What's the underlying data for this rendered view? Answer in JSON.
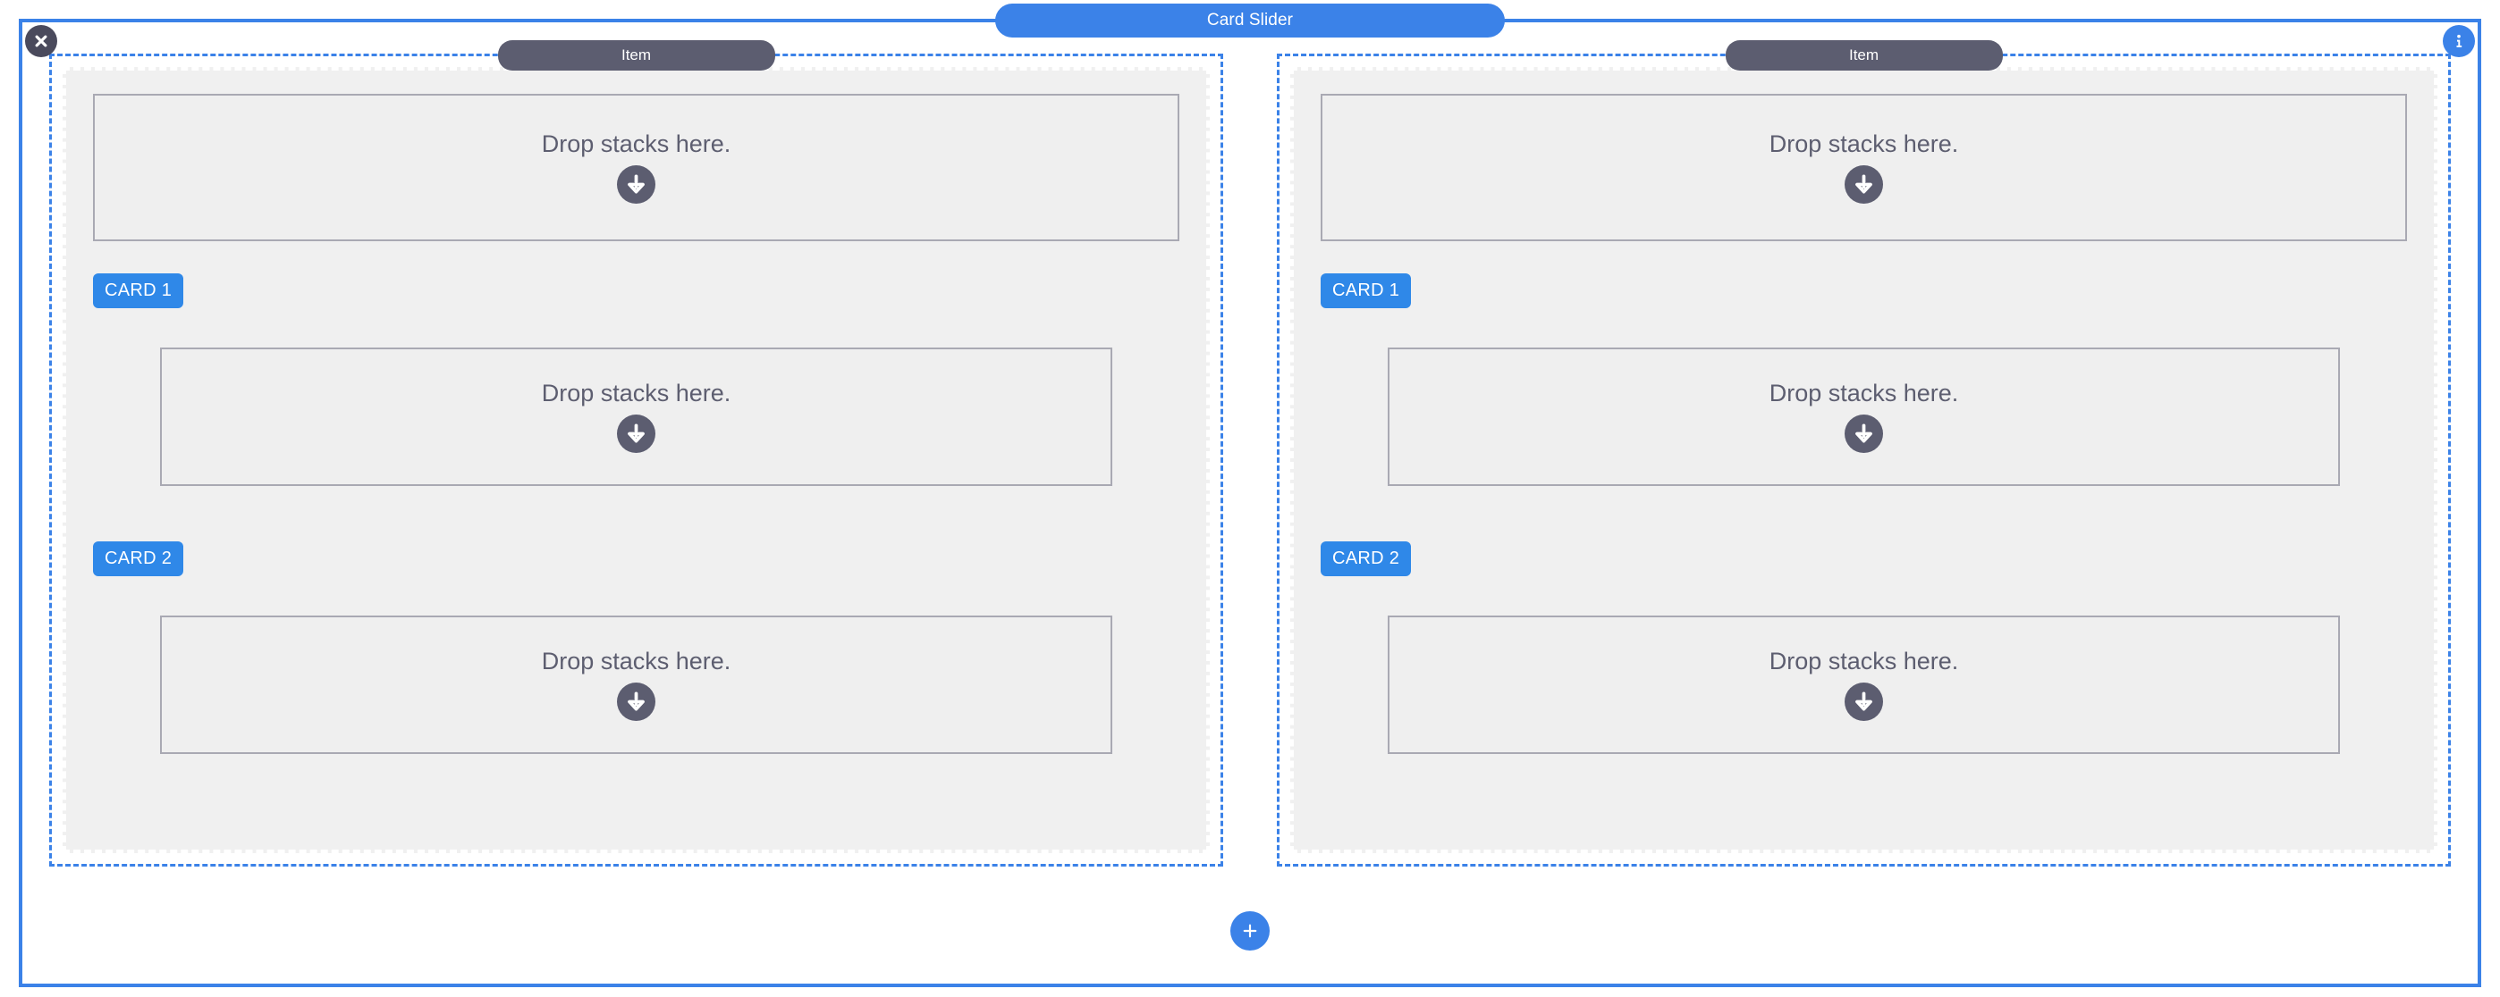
{
  "component": {
    "title": "Card Slider",
    "close_icon": "close-icon",
    "info_icon": "info-icon",
    "accent_color": "#3b82e8",
    "badge_dark_color": "#5c5d70",
    "card_badge_color": "#2f88e8",
    "panel_background": "#f0f0f0",
    "dropzone_border_color": "#a9a9b3",
    "dropzone_text_color": "#5d5e70"
  },
  "items": [
    {
      "badge_label": "Item",
      "top_dropzone": {
        "text": "Drop stacks here.",
        "icon": "arrow-down-circle-icon"
      },
      "cards": [
        {
          "badge_label": "CARD 1",
          "dropzone": {
            "text": "Drop stacks here.",
            "icon": "arrow-down-circle-icon"
          }
        },
        {
          "badge_label": "CARD 2",
          "dropzone": {
            "text": "Drop stacks here.",
            "icon": "arrow-down-circle-icon"
          }
        }
      ]
    },
    {
      "badge_label": "Item",
      "top_dropzone": {
        "text": "Drop stacks here.",
        "icon": "arrow-down-circle-icon"
      },
      "cards": [
        {
          "badge_label": "CARD 1",
          "dropzone": {
            "text": "Drop stacks here.",
            "icon": "arrow-down-circle-icon"
          }
        },
        {
          "badge_label": "CARD 2",
          "dropzone": {
            "text": "Drop stacks here.",
            "icon": "arrow-down-circle-icon"
          }
        }
      ]
    }
  ],
  "footer": {
    "add_button_icon": "plus-icon",
    "add_button_label": "+"
  }
}
